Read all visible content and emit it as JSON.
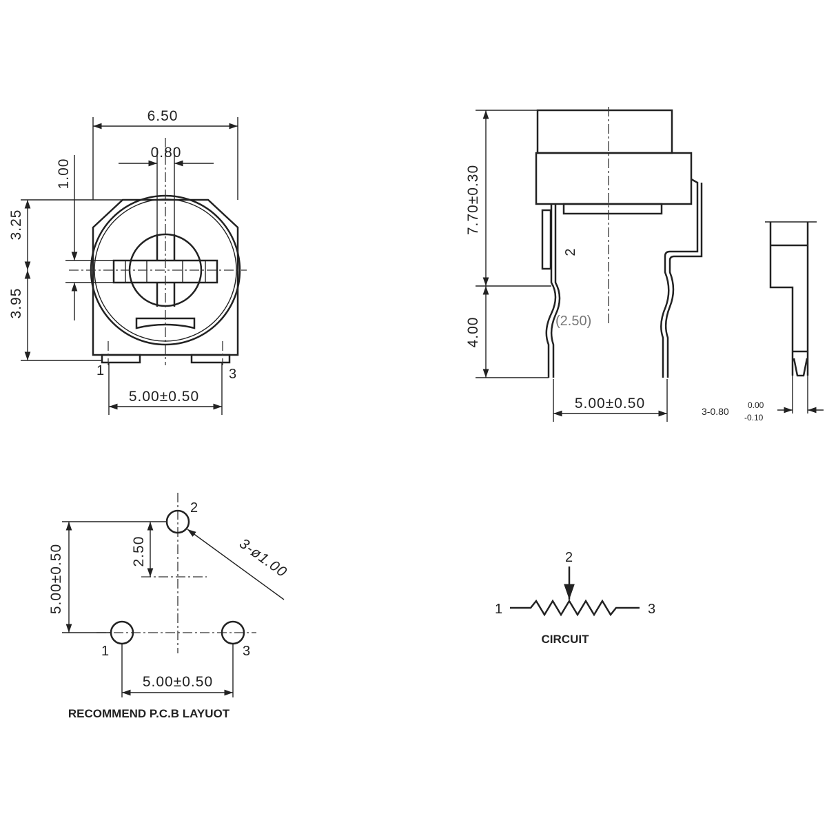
{
  "front_view": {
    "width_dim": "6.50",
    "slot_dim": "0.80",
    "slot_height_dim": "1.00",
    "top_dim": "3.25",
    "bottom_dim": "3.95",
    "pin_spacing_dim": "5.00±0.50",
    "pin_labels": [
      "1",
      "3"
    ]
  },
  "side_view": {
    "height_dim": "7.70±0.30",
    "pin_length_dim": "4.00",
    "offset_dim": "(2.50)",
    "pin_spacing_dim": "5.00±0.50",
    "pin_label": "2"
  },
  "pin_detail": {
    "pin_dim": "3-0.80",
    "tol_upper": "0.00",
    "tol_lower": "-0.10"
  },
  "pcb_layout": {
    "vertical_dim": "5.00±0.50",
    "half_dim": "2.50",
    "hole_dim": "3-ø1.00",
    "horizontal_dim": "5.00±0.50",
    "pin_labels": [
      "1",
      "2",
      "3"
    ],
    "caption": "RECOMMEND P.C.B LAYUOT"
  },
  "circuit": {
    "pin_labels": [
      "1",
      "2",
      "3"
    ],
    "caption": "CIRCUIT"
  }
}
